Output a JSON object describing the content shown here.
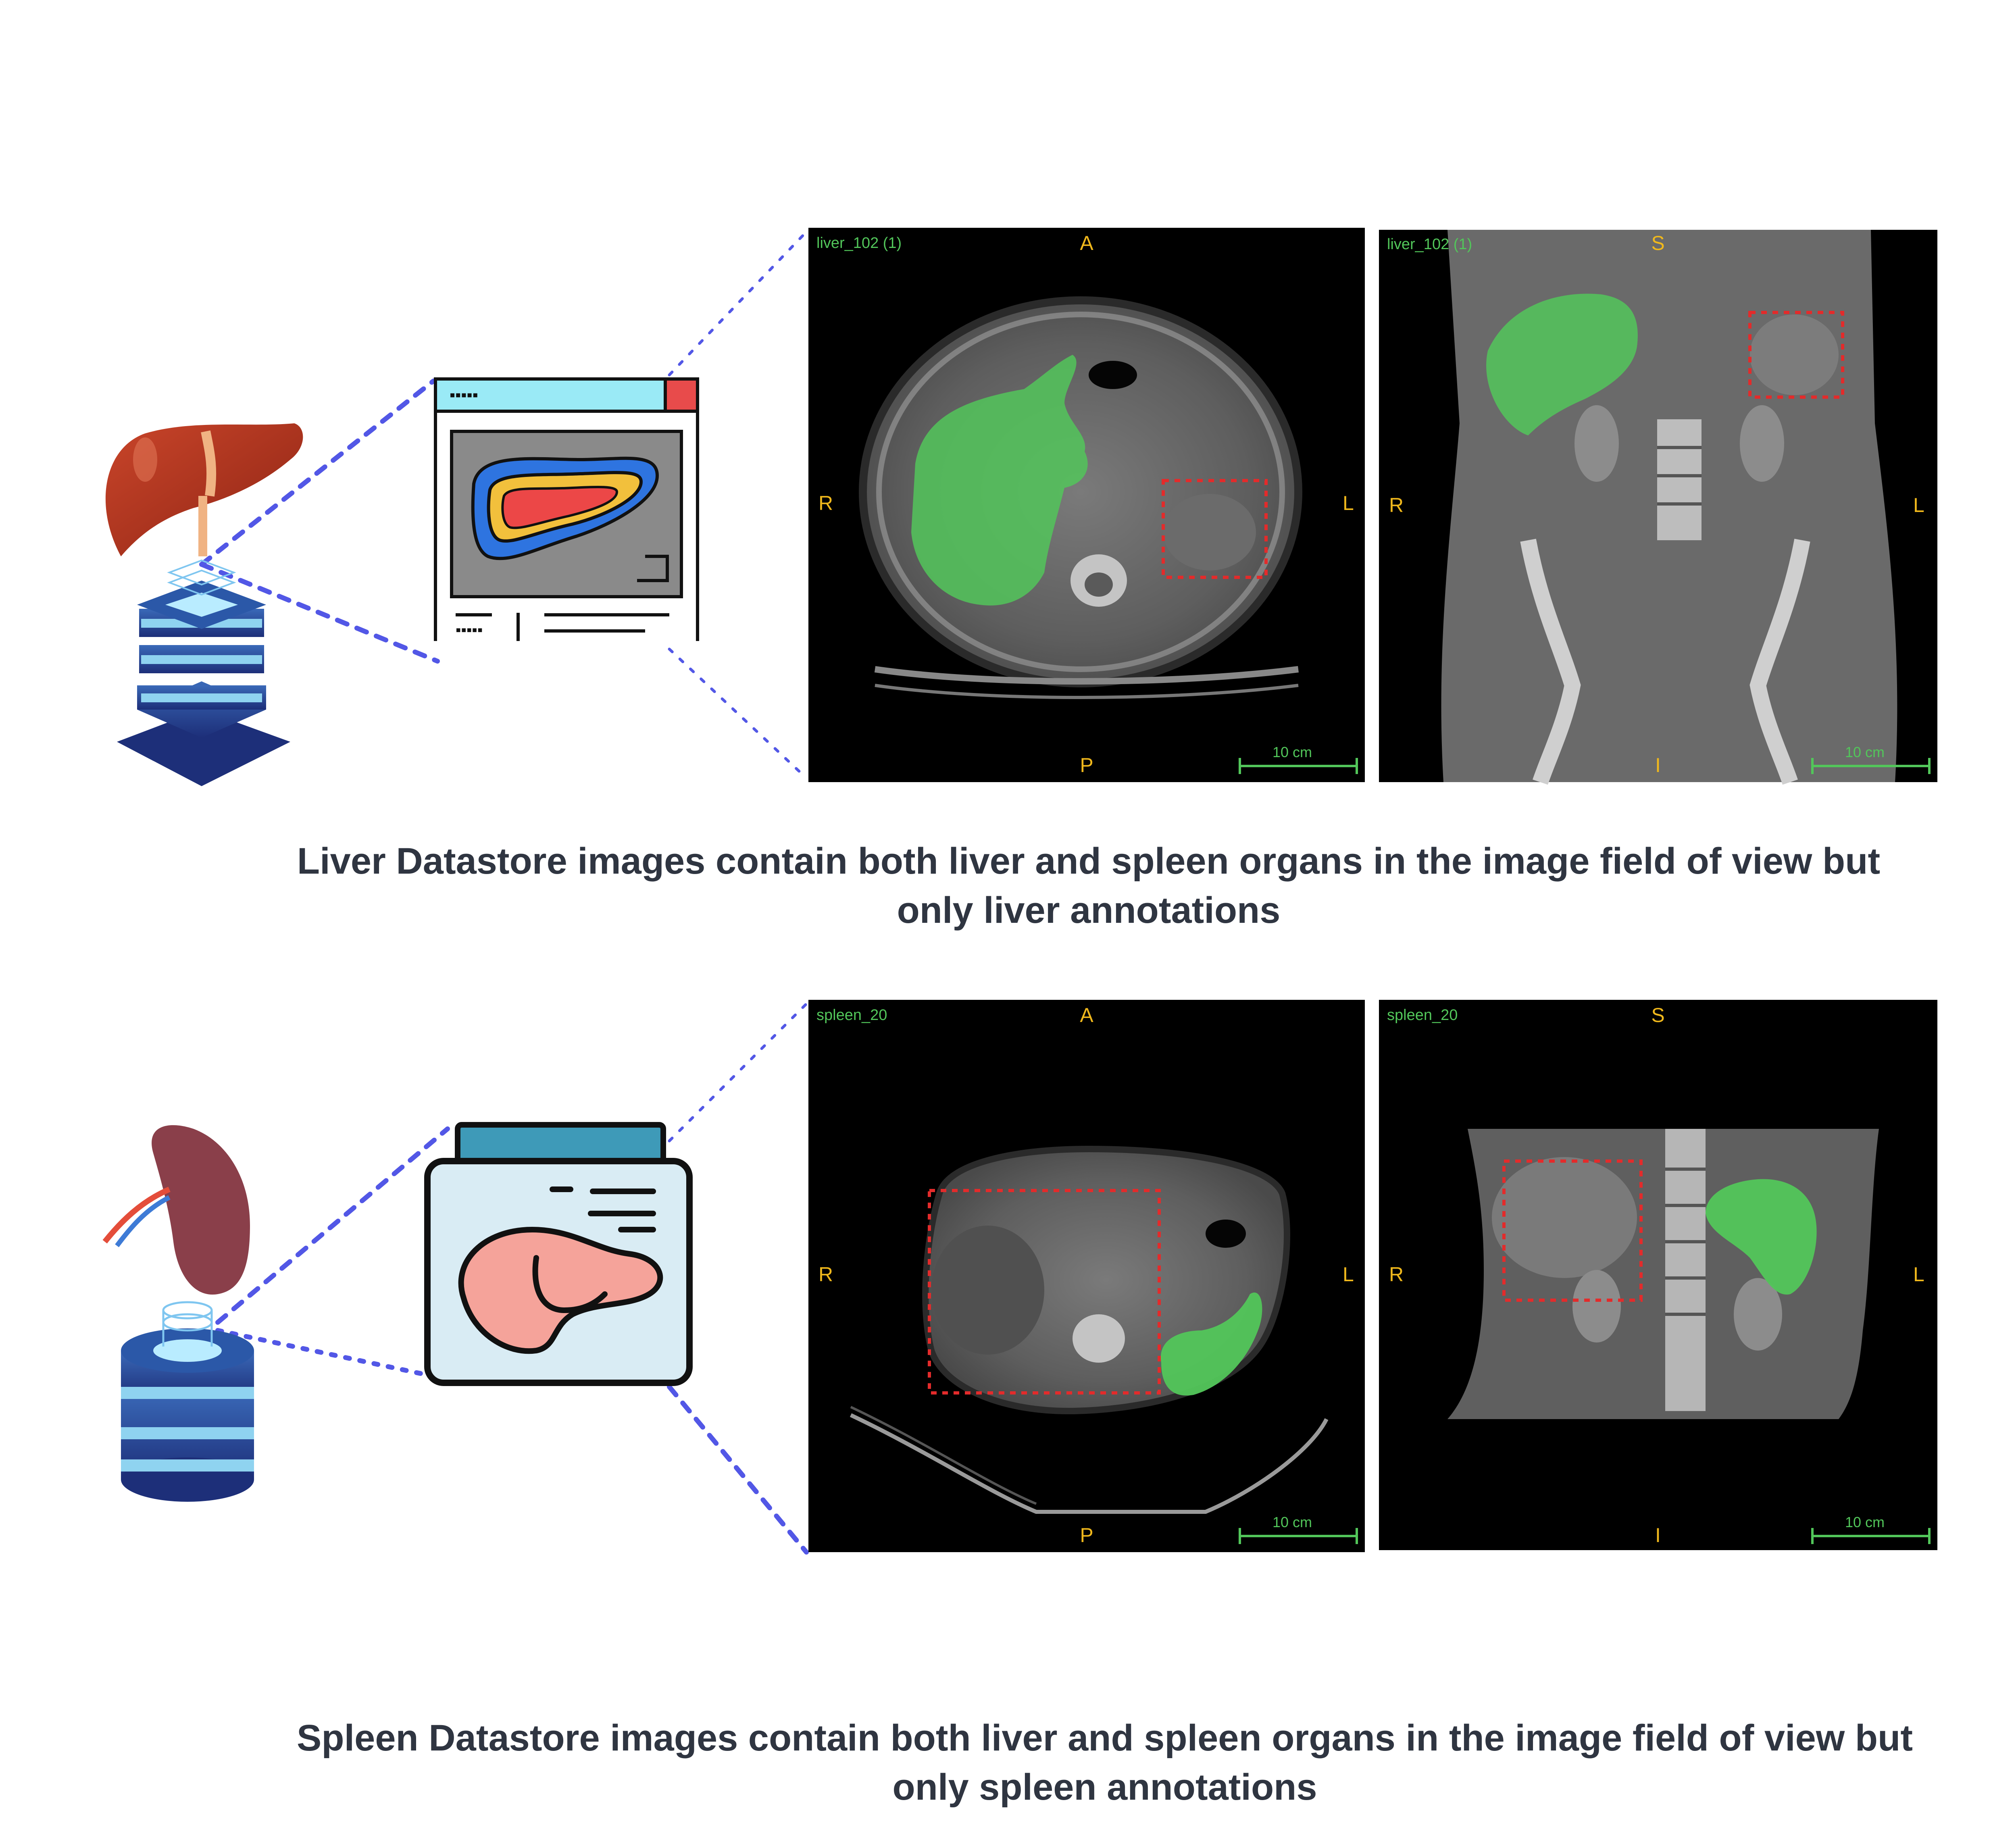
{
  "colors": {
    "annotation_green": "#52c65a",
    "orientation_yellow": "#f0b81c",
    "dashed_red": "#e32b2b",
    "connector_blue": "#5257e6",
    "caption_text": "#2f3541"
  },
  "icons": {
    "liver": "liver-organ-icon",
    "spleen": "spleen-organ-icon",
    "datastore": "datastore-server-icon",
    "liver_viewer": "segmentation-window-icon",
    "spleen_viewer": "ultrasound-monitor-icon"
  },
  "liver_row": {
    "axial": {
      "volume": "liver_102 (1)",
      "top": "A",
      "bottom": "P",
      "left": "R",
      "right": "L",
      "scale": "10 cm"
    },
    "coronal": {
      "volume": "liver_102 (1)",
      "top": "S",
      "bottom": "I",
      "left": "R",
      "right": "L",
      "scale": "10 cm"
    },
    "caption_line1": "Liver Datastore images contain both liver and spleen organs in the image field of view  but",
    "caption_line2": "only liver annotations"
  },
  "spleen_row": {
    "axial": {
      "volume": "spleen_20",
      "top": "A",
      "bottom": "P",
      "left": "R",
      "right": "L",
      "scale": "10 cm"
    },
    "coronal": {
      "volume": "spleen_20",
      "top": "S",
      "bottom": "I",
      "left": "R",
      "right": "L",
      "scale": "10 cm"
    },
    "caption_line1": "Spleen Datastore images contain both liver and spleen organs in the image field of view  but",
    "caption_line2": "only spleen annotations"
  }
}
